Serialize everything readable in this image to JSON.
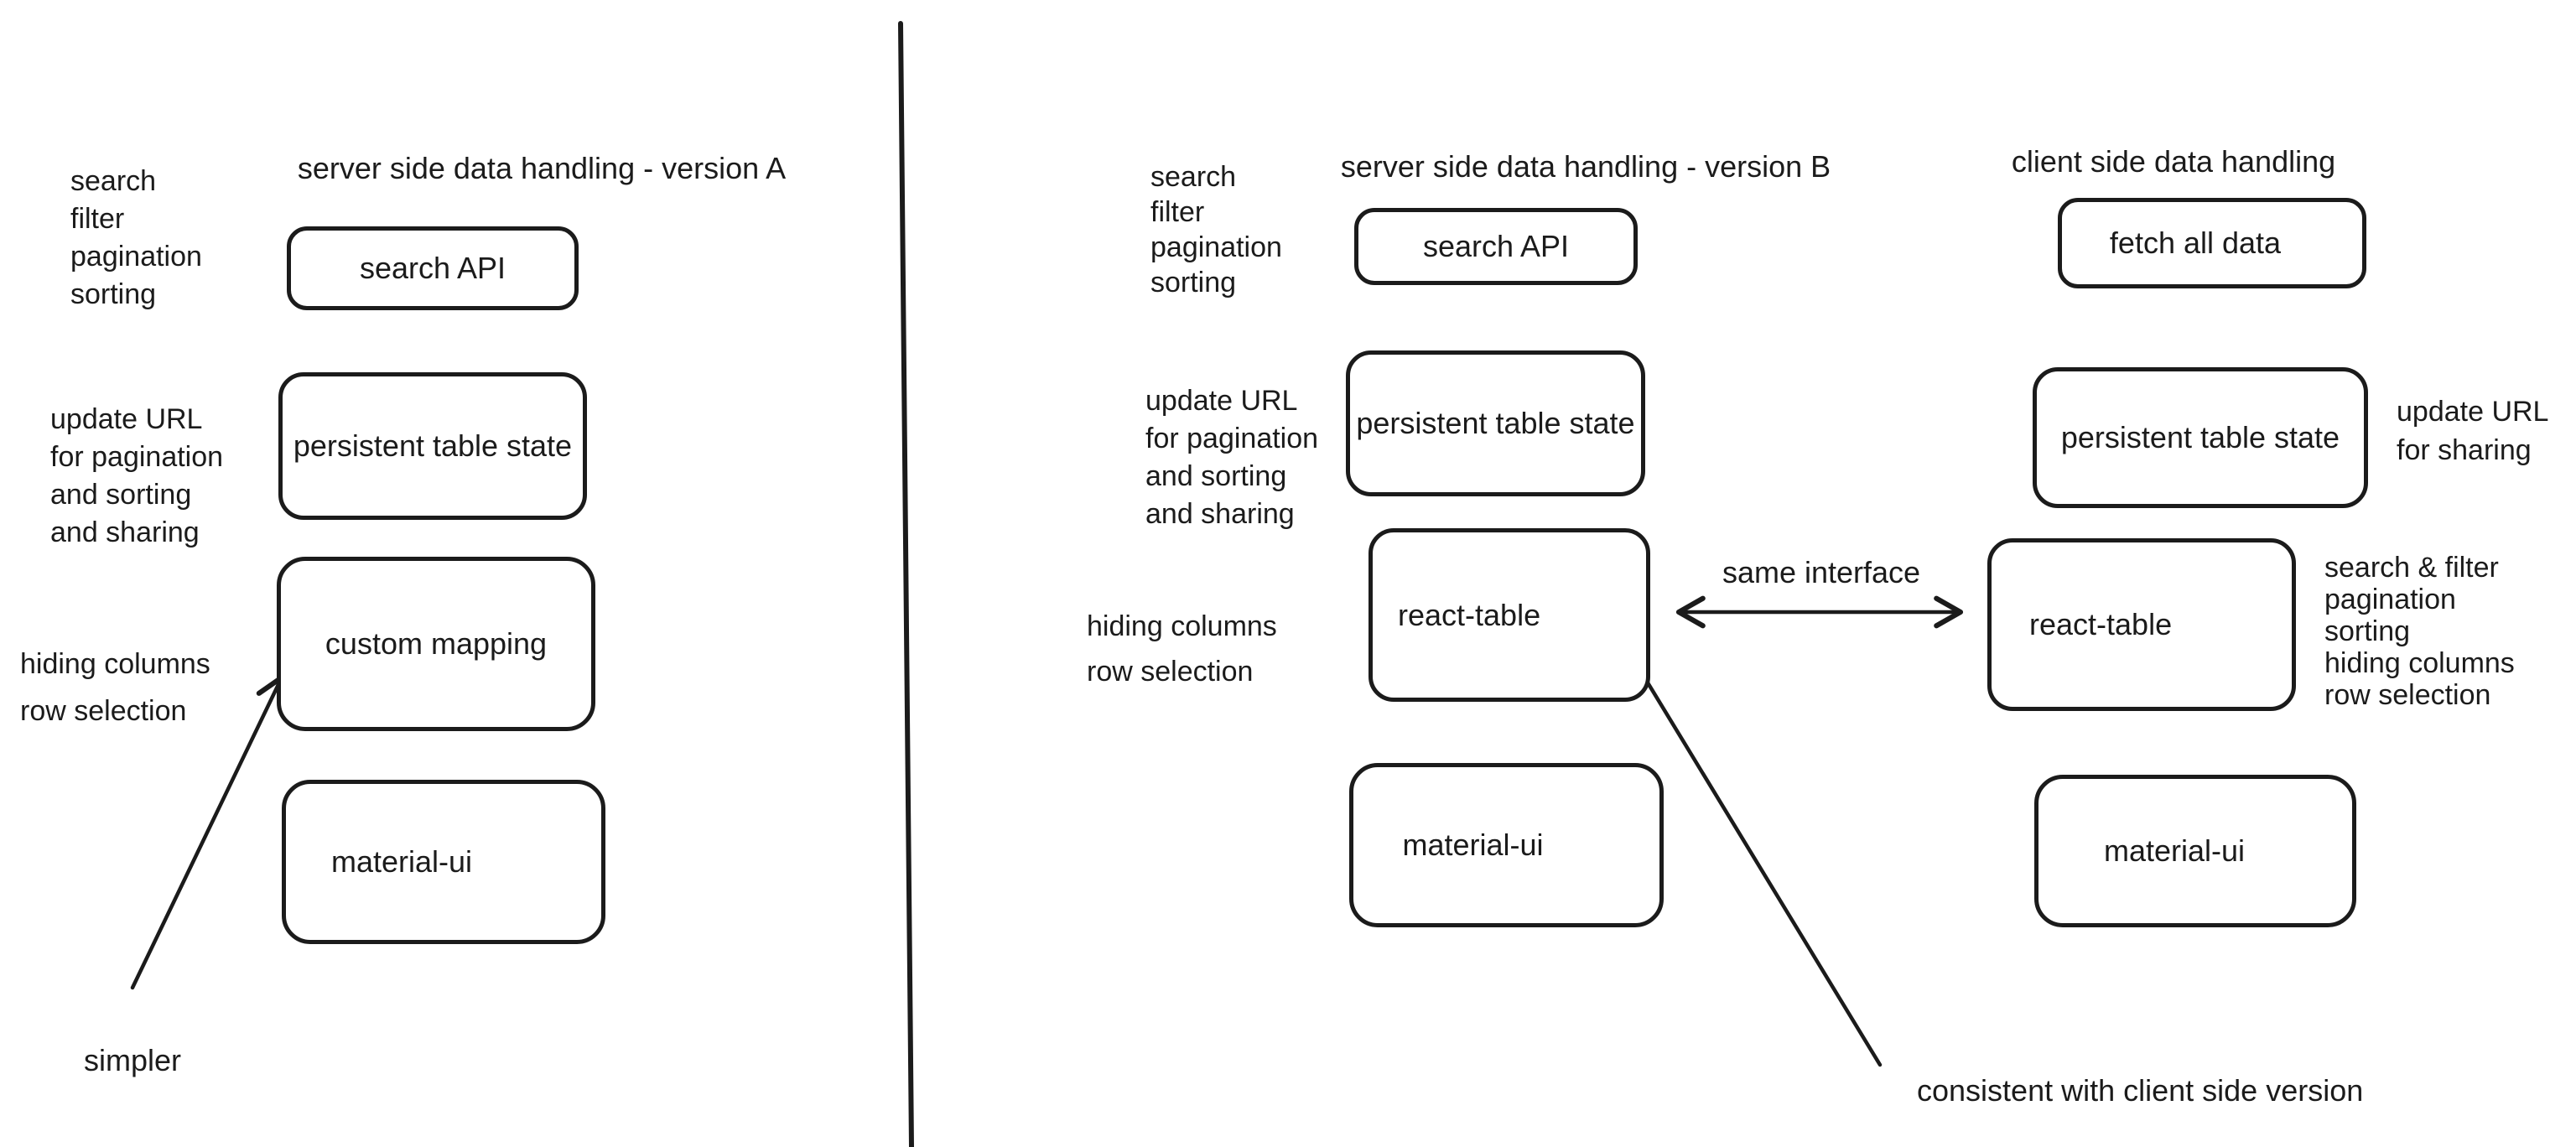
{
  "canvas": {
    "background": "#ffffff",
    "ink": "#1b1b1b"
  },
  "sections": [
    {
      "id": "server-side-version-a",
      "title": "server side data handling - version A",
      "annotations": {
        "features": {
          "lines": [
            "search",
            "filter",
            "pagination",
            "sorting"
          ]
        },
        "url": {
          "lines": [
            "update URL",
            "for pagination",
            "and sorting",
            "and sharing"
          ]
        },
        "table_features": {
          "lines": [
            "hiding columns",
            "row selection"
          ]
        },
        "note": "simpler"
      },
      "boxes": [
        {
          "label": "search API"
        },
        {
          "label": "persistent table state"
        },
        {
          "label": "custom mapping"
        },
        {
          "label": "material-ui"
        }
      ]
    },
    {
      "id": "server-side-version-b",
      "title": "server side data handling - version B",
      "annotations": {
        "features": {
          "lines": [
            "search",
            "filter",
            "pagination",
            "sorting"
          ]
        },
        "url": {
          "lines": [
            "update URL",
            "for pagination",
            "and sorting",
            "and sharing"
          ]
        },
        "table_features": {
          "lines": [
            "hiding columns",
            "row selection"
          ]
        },
        "same_interface": "same interface",
        "note": "consistent with client side version"
      },
      "boxes": [
        {
          "label": "search API"
        },
        {
          "label": "persistent table state"
        },
        {
          "label": "react-table"
        },
        {
          "label": "material-ui"
        }
      ]
    },
    {
      "id": "client-side",
      "title": "client side data handling",
      "annotations": {
        "url": {
          "lines": [
            "update URL",
            "for sharing"
          ]
        },
        "features": {
          "lines": [
            "search & filter",
            "pagination",
            "sorting",
            "hiding columns",
            "row selection"
          ]
        }
      },
      "boxes": [
        {
          "label": "fetch all data"
        },
        {
          "label": "persistent table state"
        },
        {
          "label": "react-table"
        },
        {
          "label": "material-ui"
        }
      ]
    }
  ]
}
